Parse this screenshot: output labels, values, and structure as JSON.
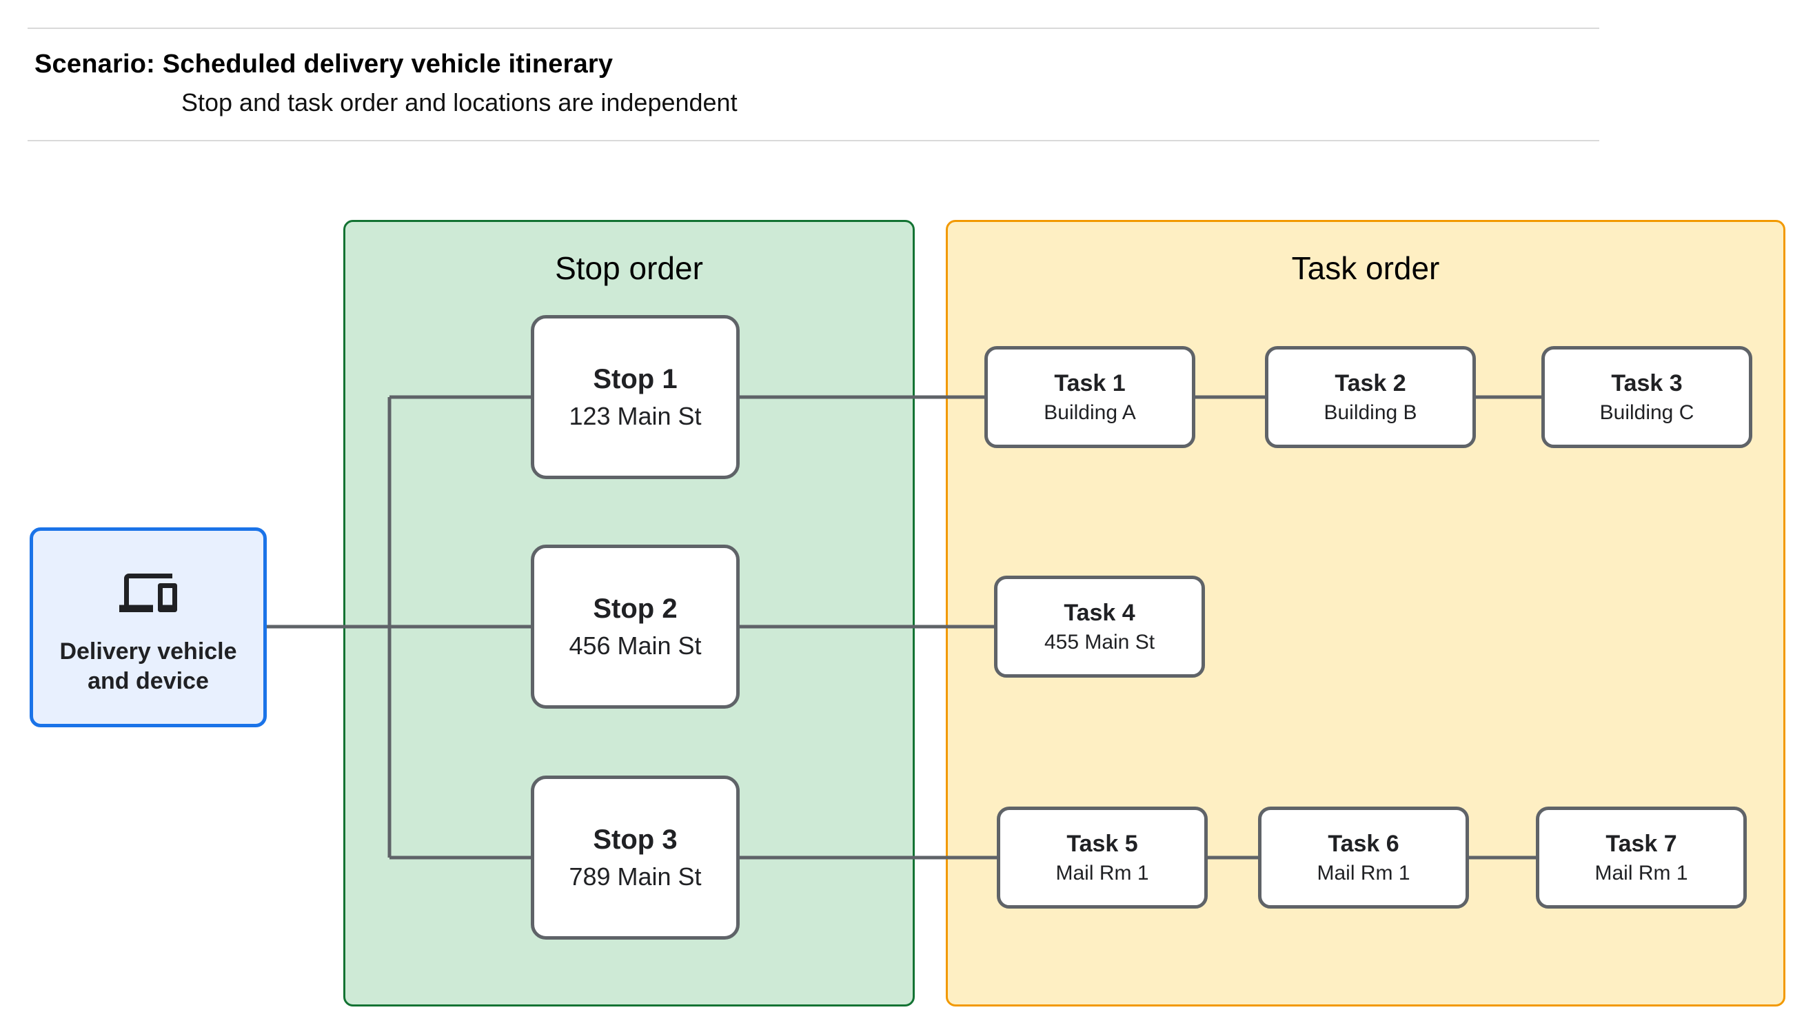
{
  "header": {
    "title": "Scenario: Scheduled delivery vehicle itinerary",
    "subtitle": "Stop and task order and locations are independent"
  },
  "device": {
    "label": "Delivery vehicle and device",
    "icon": "devices-icon",
    "fill_color": "#e8f0fe",
    "border_color": "#1a73e8"
  },
  "stop_panel": {
    "title": "Stop order",
    "fill_color": "#ceead6",
    "border_color": "#137333"
  },
  "task_panel": {
    "title": "Task order",
    "fill_color": "#feefc3",
    "border_color": "#f29900"
  },
  "stops": [
    {
      "title": "Stop 1",
      "subtitle": "123 Main St"
    },
    {
      "title": "Stop 2",
      "subtitle": "456 Main St"
    },
    {
      "title": "Stop 3",
      "subtitle": "789 Main St"
    }
  ],
  "tasks": [
    {
      "title": "Task 1",
      "subtitle": "Building A"
    },
    {
      "title": "Task 2",
      "subtitle": "Building B"
    },
    {
      "title": "Task 3",
      "subtitle": "Building C"
    },
    {
      "title": "Task 4",
      "subtitle": "455 Main St"
    },
    {
      "title": "Task 5",
      "subtitle": "Mail Rm 1"
    },
    {
      "title": "Task 6",
      "subtitle": "Mail Rm 1"
    },
    {
      "title": "Task 7",
      "subtitle": "Mail Rm 1"
    }
  ],
  "connector_color": "#5f6368"
}
